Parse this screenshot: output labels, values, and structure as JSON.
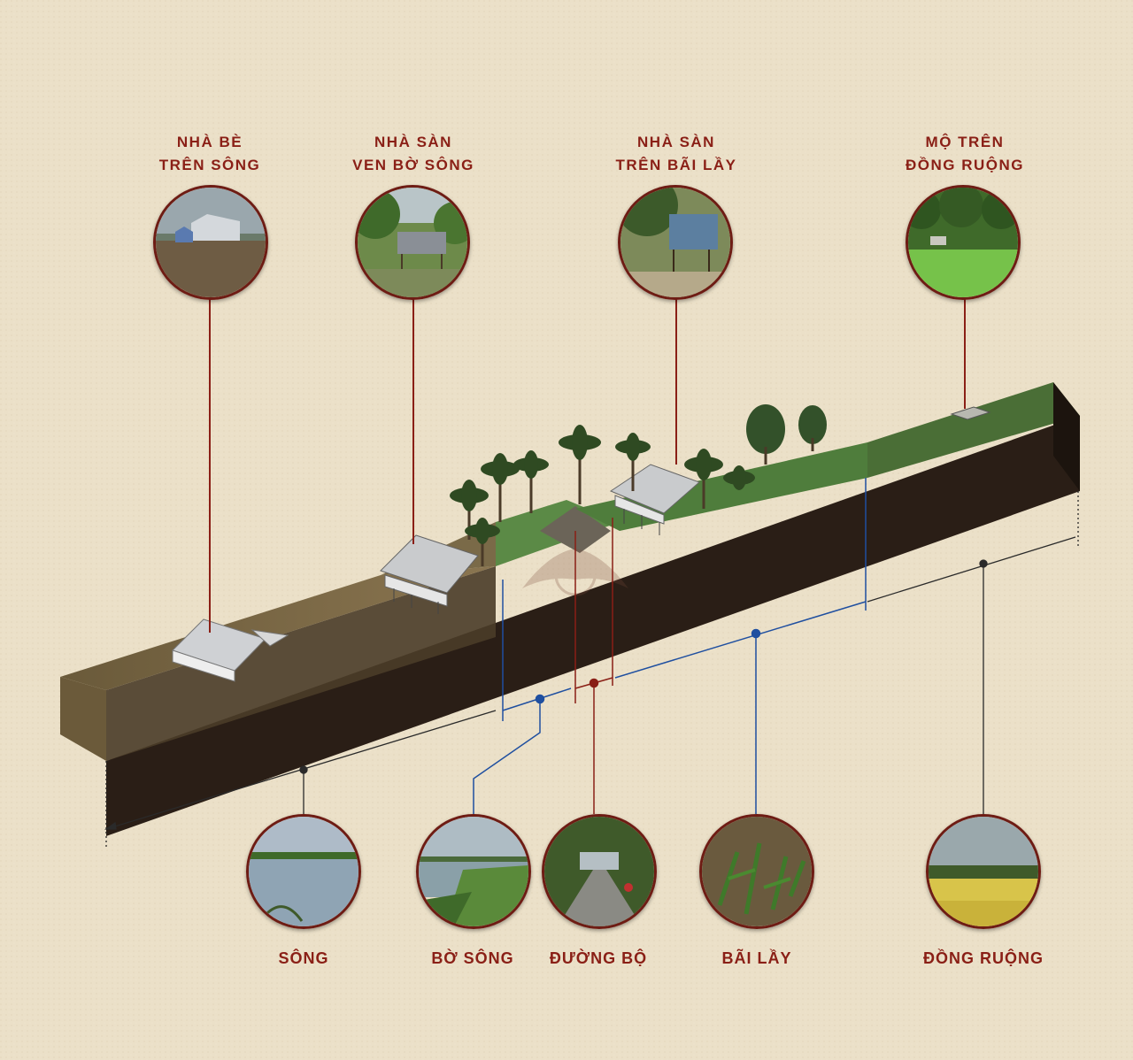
{
  "top_labels": [
    {
      "line1": "NHÀ BÈ",
      "line2": "TRÊN SÔNG"
    },
    {
      "line1": "NHÀ SÀN",
      "line2": "VEN BỜ SÔNG"
    },
    {
      "line1": "NHÀ SÀN",
      "line2": "TRÊN BÃI LẦY"
    },
    {
      "line1": "MỘ TRÊN",
      "line2": "ĐỒNG RUỘNG"
    }
  ],
  "bottom_labels": [
    "SÔNG",
    "BỜ SÔNG",
    "ĐƯỜNG BỘ",
    "BÃI LẦY",
    "ĐỒNG RUỘNG"
  ],
  "colors": {
    "label": "#8a1f16",
    "circle_border": "#6e1c14",
    "connector_red": "#8a1f16",
    "connector_blue": "#1f4fa0",
    "dimension_line": "#2a2a2a"
  },
  "icons": [
    "floating-house-photo",
    "riverside-stilt-house-photo",
    "swamp-stilt-house-photo",
    "field-tomb-photo",
    "river-photo",
    "riverbank-photo",
    "road-photo",
    "swamp-photo",
    "rice-field-photo"
  ]
}
